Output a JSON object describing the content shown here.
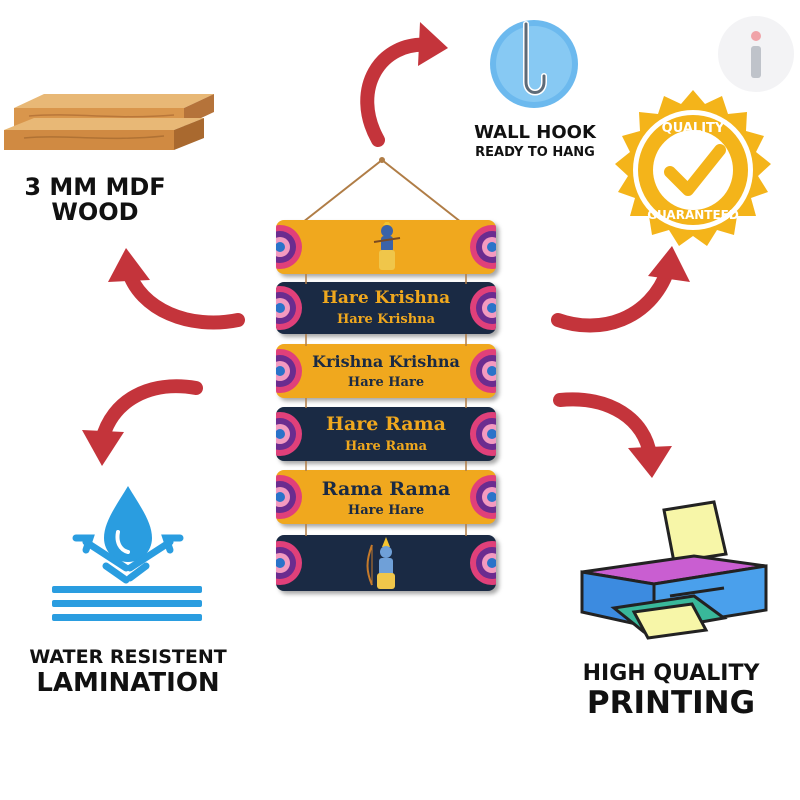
{
  "features": {
    "wood": {
      "line1": "3 MM MDF",
      "line2": "WOOD",
      "icon": "wood-planks-icon"
    },
    "hook": {
      "line1": "WALL HOOK",
      "line2": "READY TO HANG",
      "icon": "wall-hook-icon"
    },
    "quality": {
      "badge_top": "QUALITY",
      "badge_bottom": "GUARANTEED",
      "icon": "quality-badge-icon"
    },
    "water": {
      "line1": "WATER RESISTENT",
      "line2": "LAMINATION",
      "icon": "water-drop-icon"
    },
    "printing": {
      "line1": "HIGH QUALITY",
      "line2": "PRINTING",
      "icon": "printer-icon"
    }
  },
  "planks": [
    {
      "style": "orange",
      "image": "krishna-figure"
    },
    {
      "style": "navy",
      "line1": "Hare Krishna",
      "line2": "Hare Krishna"
    },
    {
      "style": "orange",
      "line1": "Krishna Krishna",
      "line2": "Hare Hare"
    },
    {
      "style": "navy",
      "line1": "Hare Rama",
      "line2": "Hare Rama"
    },
    {
      "style": "orange",
      "line1": "Rama Rama",
      "line2": "Hare Hare"
    },
    {
      "style": "navy",
      "image": "rama-figure"
    }
  ],
  "colors": {
    "arrow": "#c4343b",
    "plank_orange": "#f0a81e",
    "plank_navy": "#1a2a44",
    "navy_text": "#f0a81e",
    "orange_text": "#1a2a44",
    "badge_gold": "#f4b41a",
    "water_blue": "#2a9de0"
  }
}
